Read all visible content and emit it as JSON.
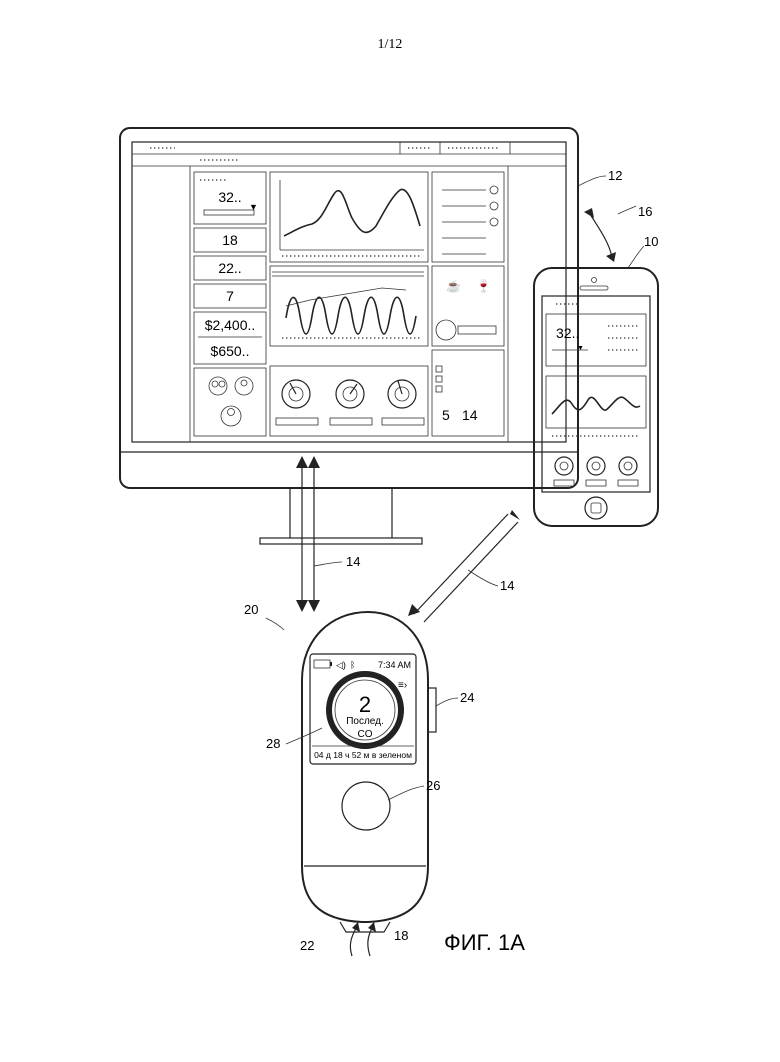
{
  "page_number": "1/12",
  "figure_caption": "ФИГ. 1А",
  "ref_labels": {
    "monitor": "12",
    "phone": "10",
    "sync": "16",
    "link_monitor": "14",
    "link_phone": "14",
    "device": "20",
    "button_side": "24",
    "screen": "28",
    "button_center": "26",
    "intake_left": "22",
    "intake_right": "18"
  },
  "desktop_dashboard": {
    "stat_main": "32..",
    "stat_a": "18",
    "stat_b": "22..",
    "stat_c": "7",
    "money_a": "$2,400..",
    "money_b": "$650..",
    "counter_a": "5",
    "counter_b": "14"
  },
  "phone_dashboard": {
    "stat_main": "32.."
  },
  "device_screen": {
    "time": "7:34 AM",
    "count": "2",
    "label_last": "Послед.",
    "label_co": "CO",
    "status": "04 д 18 ч 52 м в зеленом"
  },
  "icons": [
    "battery-icon",
    "speaker-icon",
    "bluetooth-icon",
    "menu-arrow-icon",
    "gauge-icon",
    "avatar-icon",
    "checkmark-icon",
    "glass-icon",
    "cup-icon"
  ]
}
